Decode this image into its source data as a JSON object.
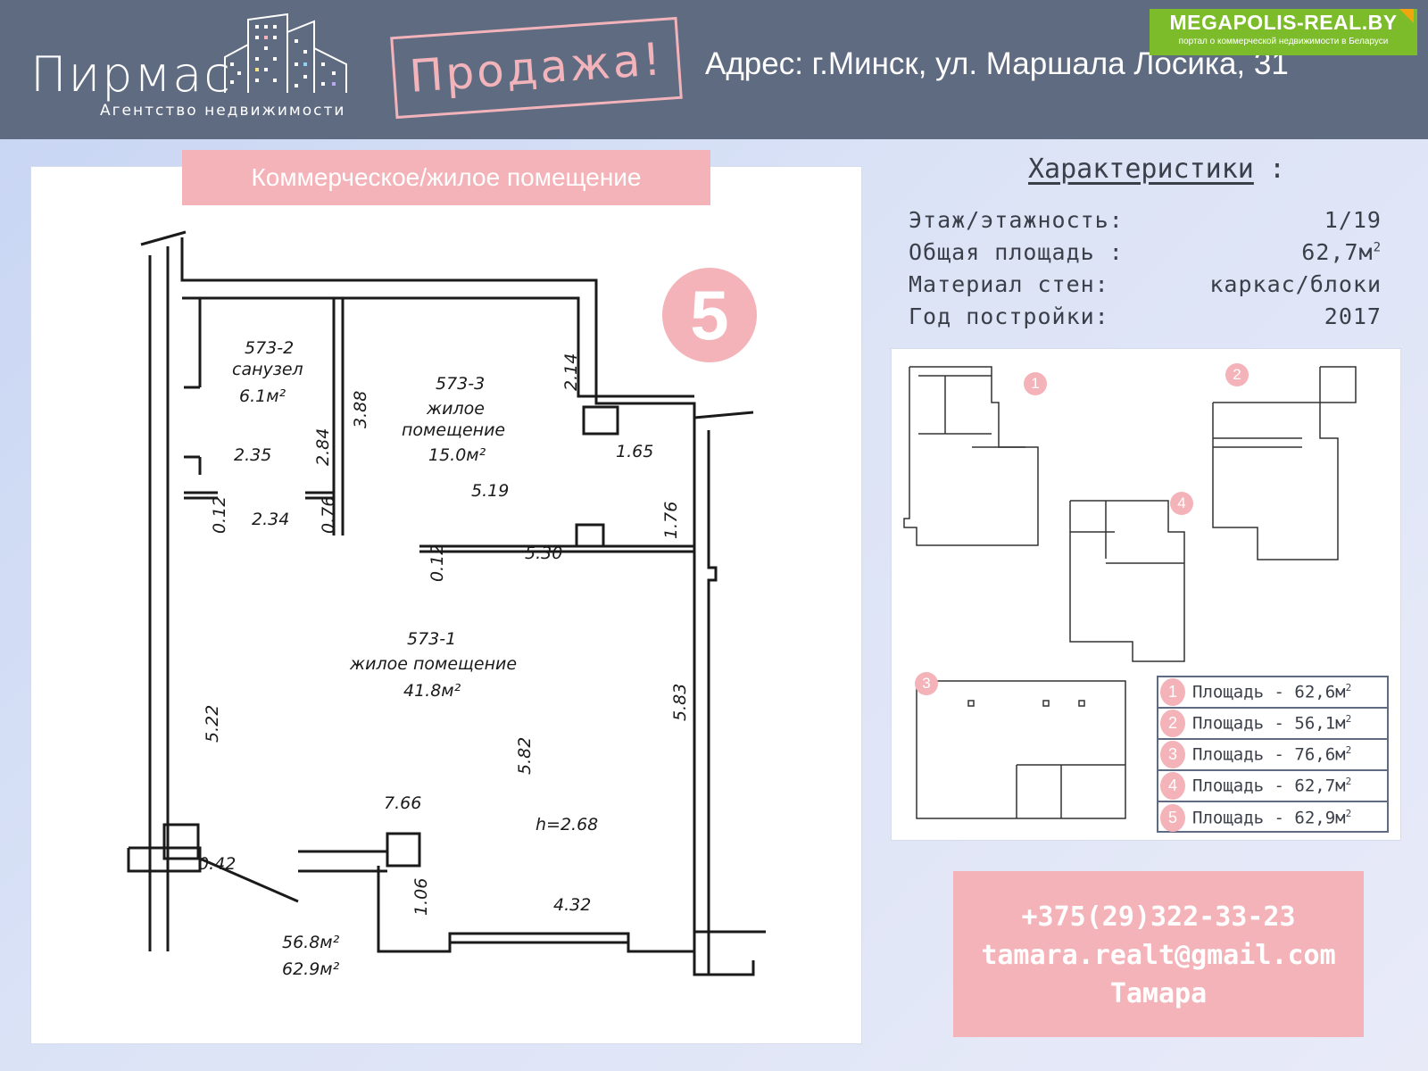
{
  "header": {
    "brand_name": "Пирмас",
    "brand_subtitle": "Агентство недвижимости",
    "sale_stamp": "Продажа!",
    "address": "Адрес: г.Минск, ул. Маршала Лосика, 31",
    "portal_name": "MEGAPOLIS-REAL.BY",
    "portal_description": "портал о коммерческой недвижимости в Беларуси"
  },
  "plan": {
    "title": "Коммерческое/жилое помещение",
    "number": "5",
    "rooms": [
      {
        "code": "573-2",
        "name": "санузел",
        "area": "6.1м²"
      },
      {
        "code": "573-3",
        "name": "жилое",
        "name2": "помещение",
        "area": "15.0м²"
      },
      {
        "code": "573-1",
        "name": "жилое помещение",
        "area": "41.8м²"
      }
    ],
    "dimensions": [
      "2.35",
      "2.84",
      "3.88",
      "2.14",
      "1.65",
      "5.19",
      "0.12",
      "2.34",
      "0.76",
      "5.30",
      "0.12",
      "1.76",
      "5.22",
      "5.82",
      "5.83",
      "7.66",
      "h=2.68",
      "0.42",
      "1.06",
      "4.32"
    ],
    "total_area_1": "56.8м²",
    "total_area_2": "62.9м²"
  },
  "characteristics": {
    "title": "Характеристики",
    "rows": [
      {
        "label": "Этаж/этажность:",
        "value": "1/19"
      },
      {
        "label": "Общая площадь :",
        "value": "62,7м",
        "sup": "2"
      },
      {
        "label": "Материал стен:",
        "value": "каркас/блоки"
      },
      {
        "label": "Год постройки:",
        "value": "2017"
      }
    ]
  },
  "thumbnails": {
    "numbers": [
      "1",
      "2",
      "3",
      "4"
    ]
  },
  "legend": [
    {
      "num": "1",
      "text": "Площадь - 62,6м",
      "sup": "2"
    },
    {
      "num": "2",
      "text": "Площадь - 56,1м",
      "sup": "2"
    },
    {
      "num": "3",
      "text": "Площадь - 76,6м",
      "sup": "2"
    },
    {
      "num": "4",
      "text": "Площадь - 62,7м",
      "sup": "2"
    },
    {
      "num": "5",
      "text": "Площадь - 62,9м",
      "sup": "2"
    }
  ],
  "contact": {
    "phone": "+375(29)322-33-23",
    "email": "tamara.realt@gmail.com",
    "name": "Тамара"
  },
  "colors": {
    "header_bg": "#5f6b80",
    "accent_pink": "#f4b3b8",
    "portal_green": "#7cbc2a"
  }
}
